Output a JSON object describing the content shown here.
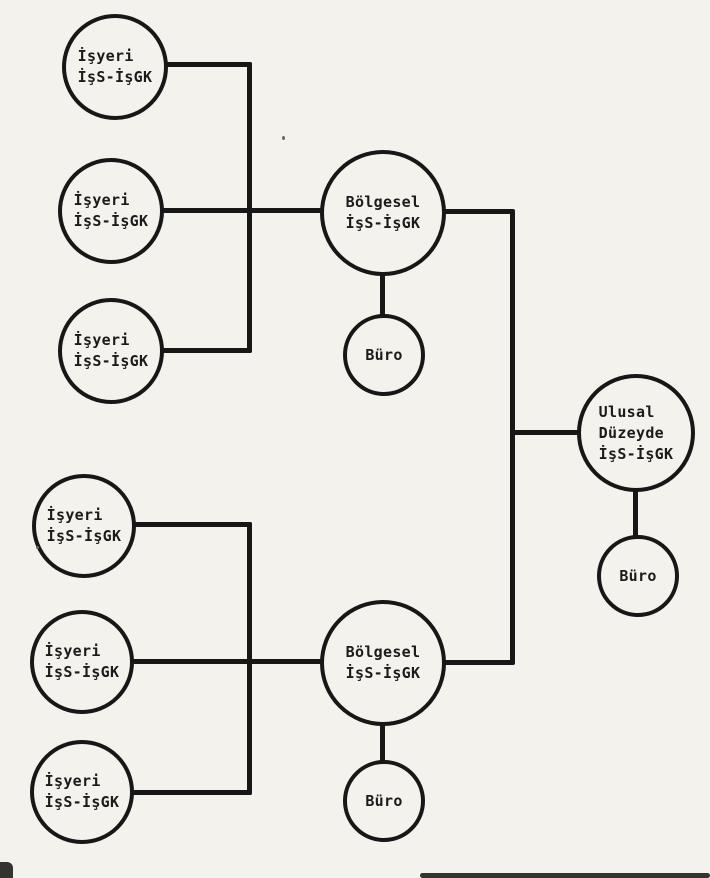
{
  "page": {
    "paper_color": "#f4f2ec",
    "ink_color": "#171717"
  },
  "nodes": {
    "workplace_top_1": {
      "line1": "İşyeri",
      "line2": "İşS-İşGK"
    },
    "workplace_top_2": {
      "line1": "İşyeri",
      "line2": "İşS-İşGK"
    },
    "workplace_top_3": {
      "line1": "İşyeri",
      "line2": "İşS-İşGK"
    },
    "regional_top": {
      "line1": "Bölgesel",
      "line2": "İşS-İşGK"
    },
    "buro_regional_top": {
      "line1": "Büro"
    },
    "national": {
      "line1": "Ulusal",
      "line2": "Düzeyde",
      "line3": "İşS-İşGK"
    },
    "buro_national": {
      "line1": "Büro"
    },
    "workplace_bottom_1": {
      "line1": "İşyeri",
      "line2": "İşS-İşGK"
    },
    "workplace_bottom_2": {
      "line1": "İşyeri",
      "line2": "İşS-İşGK"
    },
    "workplace_bottom_3": {
      "line1": "İşyeri",
      "line2": "İşS-İşGK"
    },
    "regional_bottom": {
      "line1": "Bölgesel",
      "line2": "İşS-İşGK"
    },
    "buro_regional_bottom": {
      "line1": "Büro"
    }
  }
}
